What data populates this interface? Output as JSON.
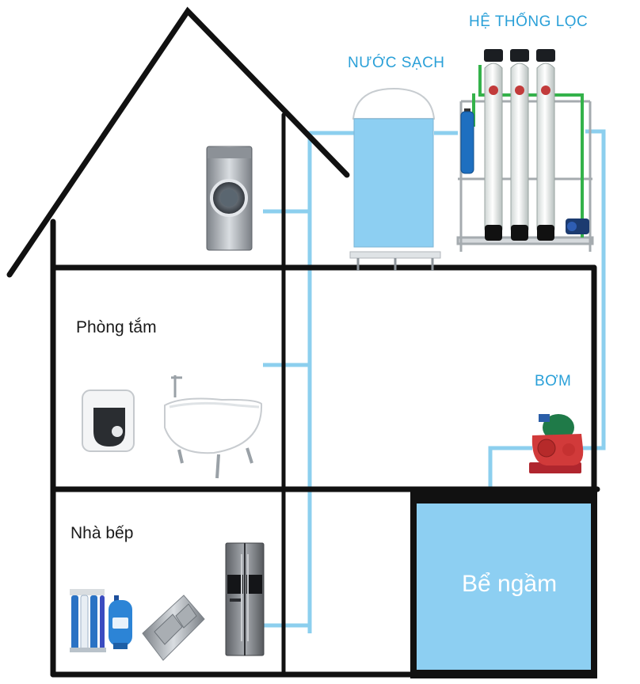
{
  "labels": {
    "filter_system": "HỆ THỐNG LỌC",
    "clean_water": "NƯỚC SẠCH",
    "bathroom": "Phòng tắm",
    "pump": "BƠM",
    "kitchen": "Nhà bếp",
    "underground_tank": "Bể ngầm"
  },
  "colors": {
    "pipe": "#8ccfee",
    "water_fill": "#8dcff2",
    "label_blue": "#2aa0d8",
    "wall": "#111111"
  },
  "icons": [
    "washing-machine-icon",
    "water-heater-icon",
    "bathtub-icon",
    "water-tank-icon",
    "filter-column-icon",
    "cartridge-filter-icon",
    "pump-icon",
    "ro-purifier-icon",
    "pressure-tank-icon",
    "sink-icon",
    "refrigerator-icon"
  ]
}
